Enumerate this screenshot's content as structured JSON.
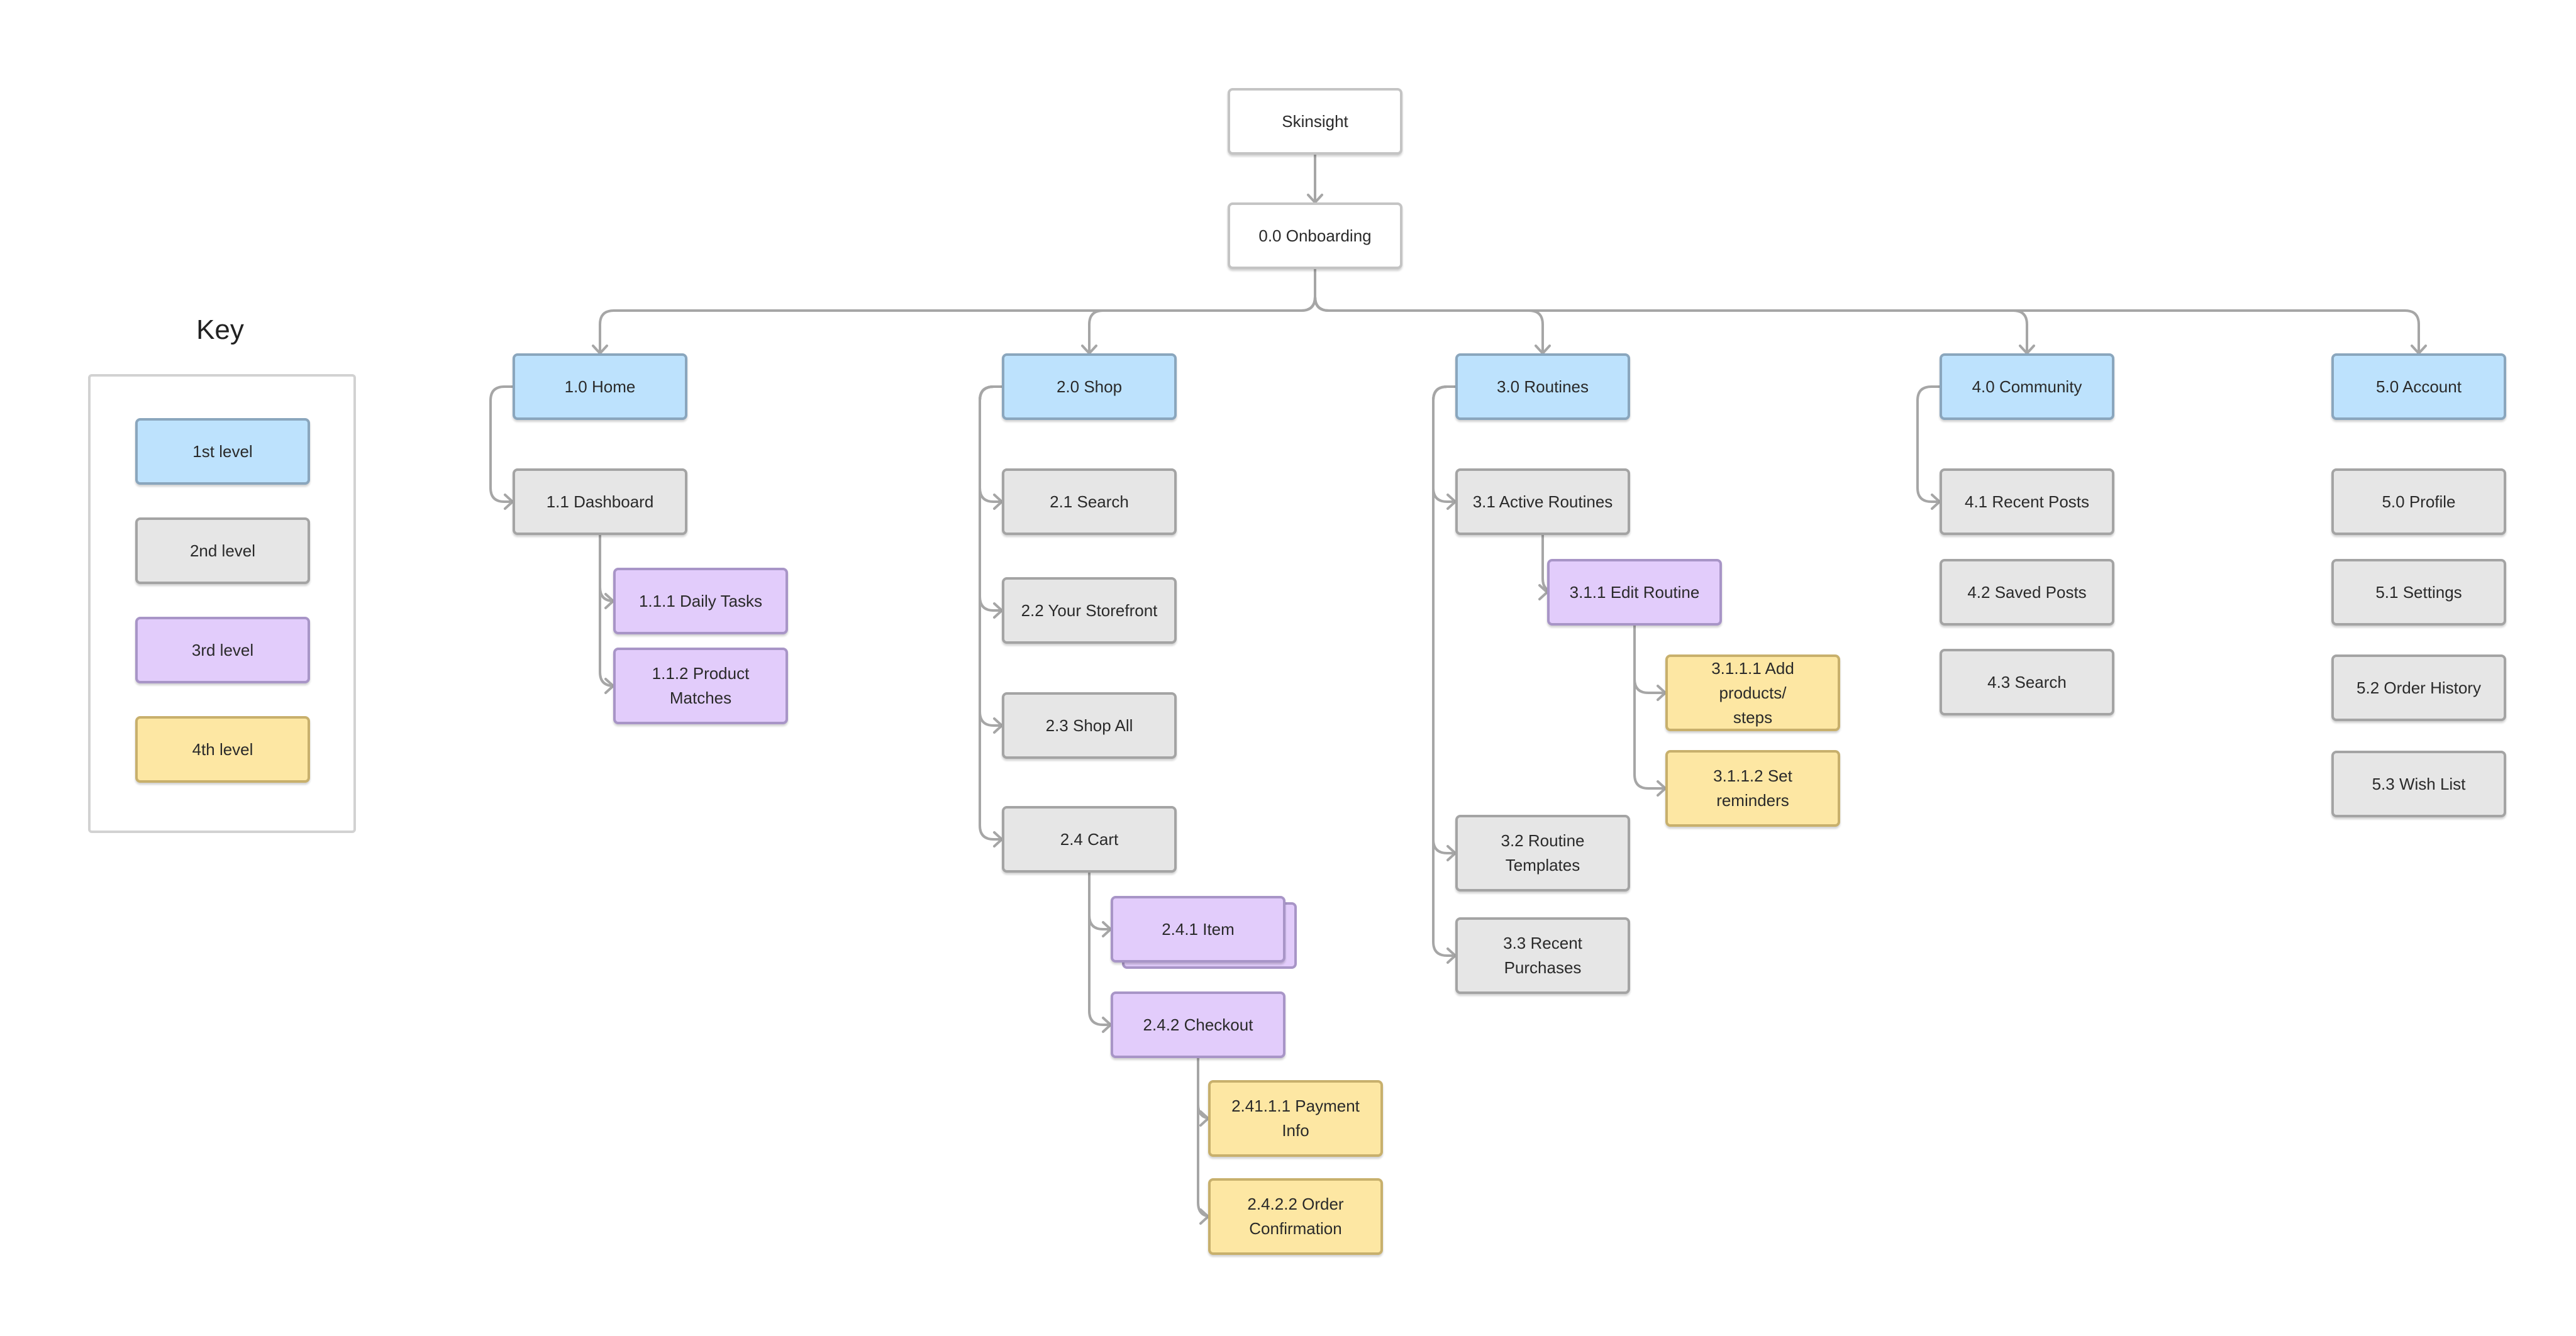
{
  "key": {
    "title": "Key",
    "items": [
      {
        "id": "key-1",
        "label": "1st level",
        "level": 1
      },
      {
        "id": "key-2",
        "label": "2nd level",
        "level": 2
      },
      {
        "id": "key-3",
        "label": "3rd level",
        "level": 3
      },
      {
        "id": "key-4",
        "label": "4th level",
        "level": 4
      }
    ]
  },
  "level_colors": {
    "0": "#ffffff",
    "1": "#bde2fd",
    "2": "#e6e6e6",
    "3": "#e2ccfb",
    "4": "#fde7a3"
  },
  "connector_color": "#a6a6a6",
  "nodes": [
    {
      "id": "skinsight",
      "label": "Skinsight",
      "level": 0
    },
    {
      "id": "onboarding",
      "label": "0.0 Onboarding",
      "level": 0
    },
    {
      "id": "home",
      "label": "1.0 Home",
      "level": 1
    },
    {
      "id": "dashboard",
      "label": "1.1 Dashboard",
      "level": 2
    },
    {
      "id": "daily-tasks",
      "label": "1.1.1 Daily Tasks",
      "level": 3
    },
    {
      "id": "product-matches",
      "label": "1.1.2 Product\nMatches",
      "level": 3
    },
    {
      "id": "shop",
      "label": "2.0 Shop",
      "level": 1
    },
    {
      "id": "shop-search",
      "label": "2.1 Search",
      "level": 2
    },
    {
      "id": "storefront",
      "label": "2.2 Your Storefront",
      "level": 2
    },
    {
      "id": "shop-all",
      "label": "2.3 Shop All",
      "level": 2
    },
    {
      "id": "cart",
      "label": "2.4 Cart",
      "level": 2
    },
    {
      "id": "item",
      "label": "2.4.1 Item",
      "level": 3,
      "stacked": true
    },
    {
      "id": "checkout",
      "label": "2.4.2 Checkout",
      "level": 3
    },
    {
      "id": "payment",
      "label": "2.41.1.1 Payment\nInfo",
      "level": 4
    },
    {
      "id": "order-confirmation",
      "label": "2.4.2.2 Order\nConfirmation",
      "level": 4
    },
    {
      "id": "routines",
      "label": "3.0 Routines",
      "level": 1
    },
    {
      "id": "active-routines",
      "label": "3.1 Active Routines",
      "level": 2
    },
    {
      "id": "edit-routine",
      "label": "3.1.1 Edit Routine",
      "level": 3
    },
    {
      "id": "add-products",
      "label": "3.1.1.1 Add products/\nsteps",
      "level": 4
    },
    {
      "id": "set-reminders",
      "label": "3.1.1.2 Set\nreminders",
      "level": 4
    },
    {
      "id": "routine-templates",
      "label": "3.2 Routine\nTemplates",
      "level": 2
    },
    {
      "id": "recent-purchases",
      "label": "3.3 Recent\nPurchases",
      "level": 2
    },
    {
      "id": "community",
      "label": "4.0 Community",
      "level": 1
    },
    {
      "id": "recent-posts",
      "label": "4.1 Recent Posts",
      "level": 2
    },
    {
      "id": "saved-posts",
      "label": "4.2 Saved Posts",
      "level": 2
    },
    {
      "id": "community-search",
      "label": "4.3 Search",
      "level": 2
    },
    {
      "id": "account",
      "label": "5.0 Account",
      "level": 1
    },
    {
      "id": "profile",
      "label": "5.0 Profile",
      "level": 2
    },
    {
      "id": "settings",
      "label": "5.1 Settings",
      "level": 2
    },
    {
      "id": "order-history",
      "label": "5.2 Order History",
      "level": 2
    },
    {
      "id": "wish-list",
      "label": "5.3 Wish List",
      "level": 2
    }
  ],
  "edges": [
    {
      "from": "skinsight",
      "to": "onboarding"
    },
    {
      "from": "onboarding",
      "to": "home"
    },
    {
      "from": "onboarding",
      "to": "shop"
    },
    {
      "from": "onboarding",
      "to": "routines"
    },
    {
      "from": "onboarding",
      "to": "community"
    },
    {
      "from": "onboarding",
      "to": "account"
    },
    {
      "from": "home",
      "to": "dashboard"
    },
    {
      "from": "dashboard",
      "to": "daily-tasks"
    },
    {
      "from": "dashboard",
      "to": "product-matches"
    },
    {
      "from": "shop",
      "to": "shop-search"
    },
    {
      "from": "shop",
      "to": "storefront"
    },
    {
      "from": "shop",
      "to": "shop-all"
    },
    {
      "from": "shop",
      "to": "cart"
    },
    {
      "from": "cart",
      "to": "item"
    },
    {
      "from": "cart",
      "to": "checkout"
    },
    {
      "from": "checkout",
      "to": "payment"
    },
    {
      "from": "checkout",
      "to": "order-confirmation"
    },
    {
      "from": "routines",
      "to": "active-routines"
    },
    {
      "from": "routines",
      "to": "routine-templates"
    },
    {
      "from": "routines",
      "to": "recent-purchases"
    },
    {
      "from": "active-routines",
      "to": "edit-routine"
    },
    {
      "from": "edit-routine",
      "to": "add-products"
    },
    {
      "from": "edit-routine",
      "to": "set-reminders"
    },
    {
      "from": "community",
      "to": "recent-posts"
    }
  ]
}
